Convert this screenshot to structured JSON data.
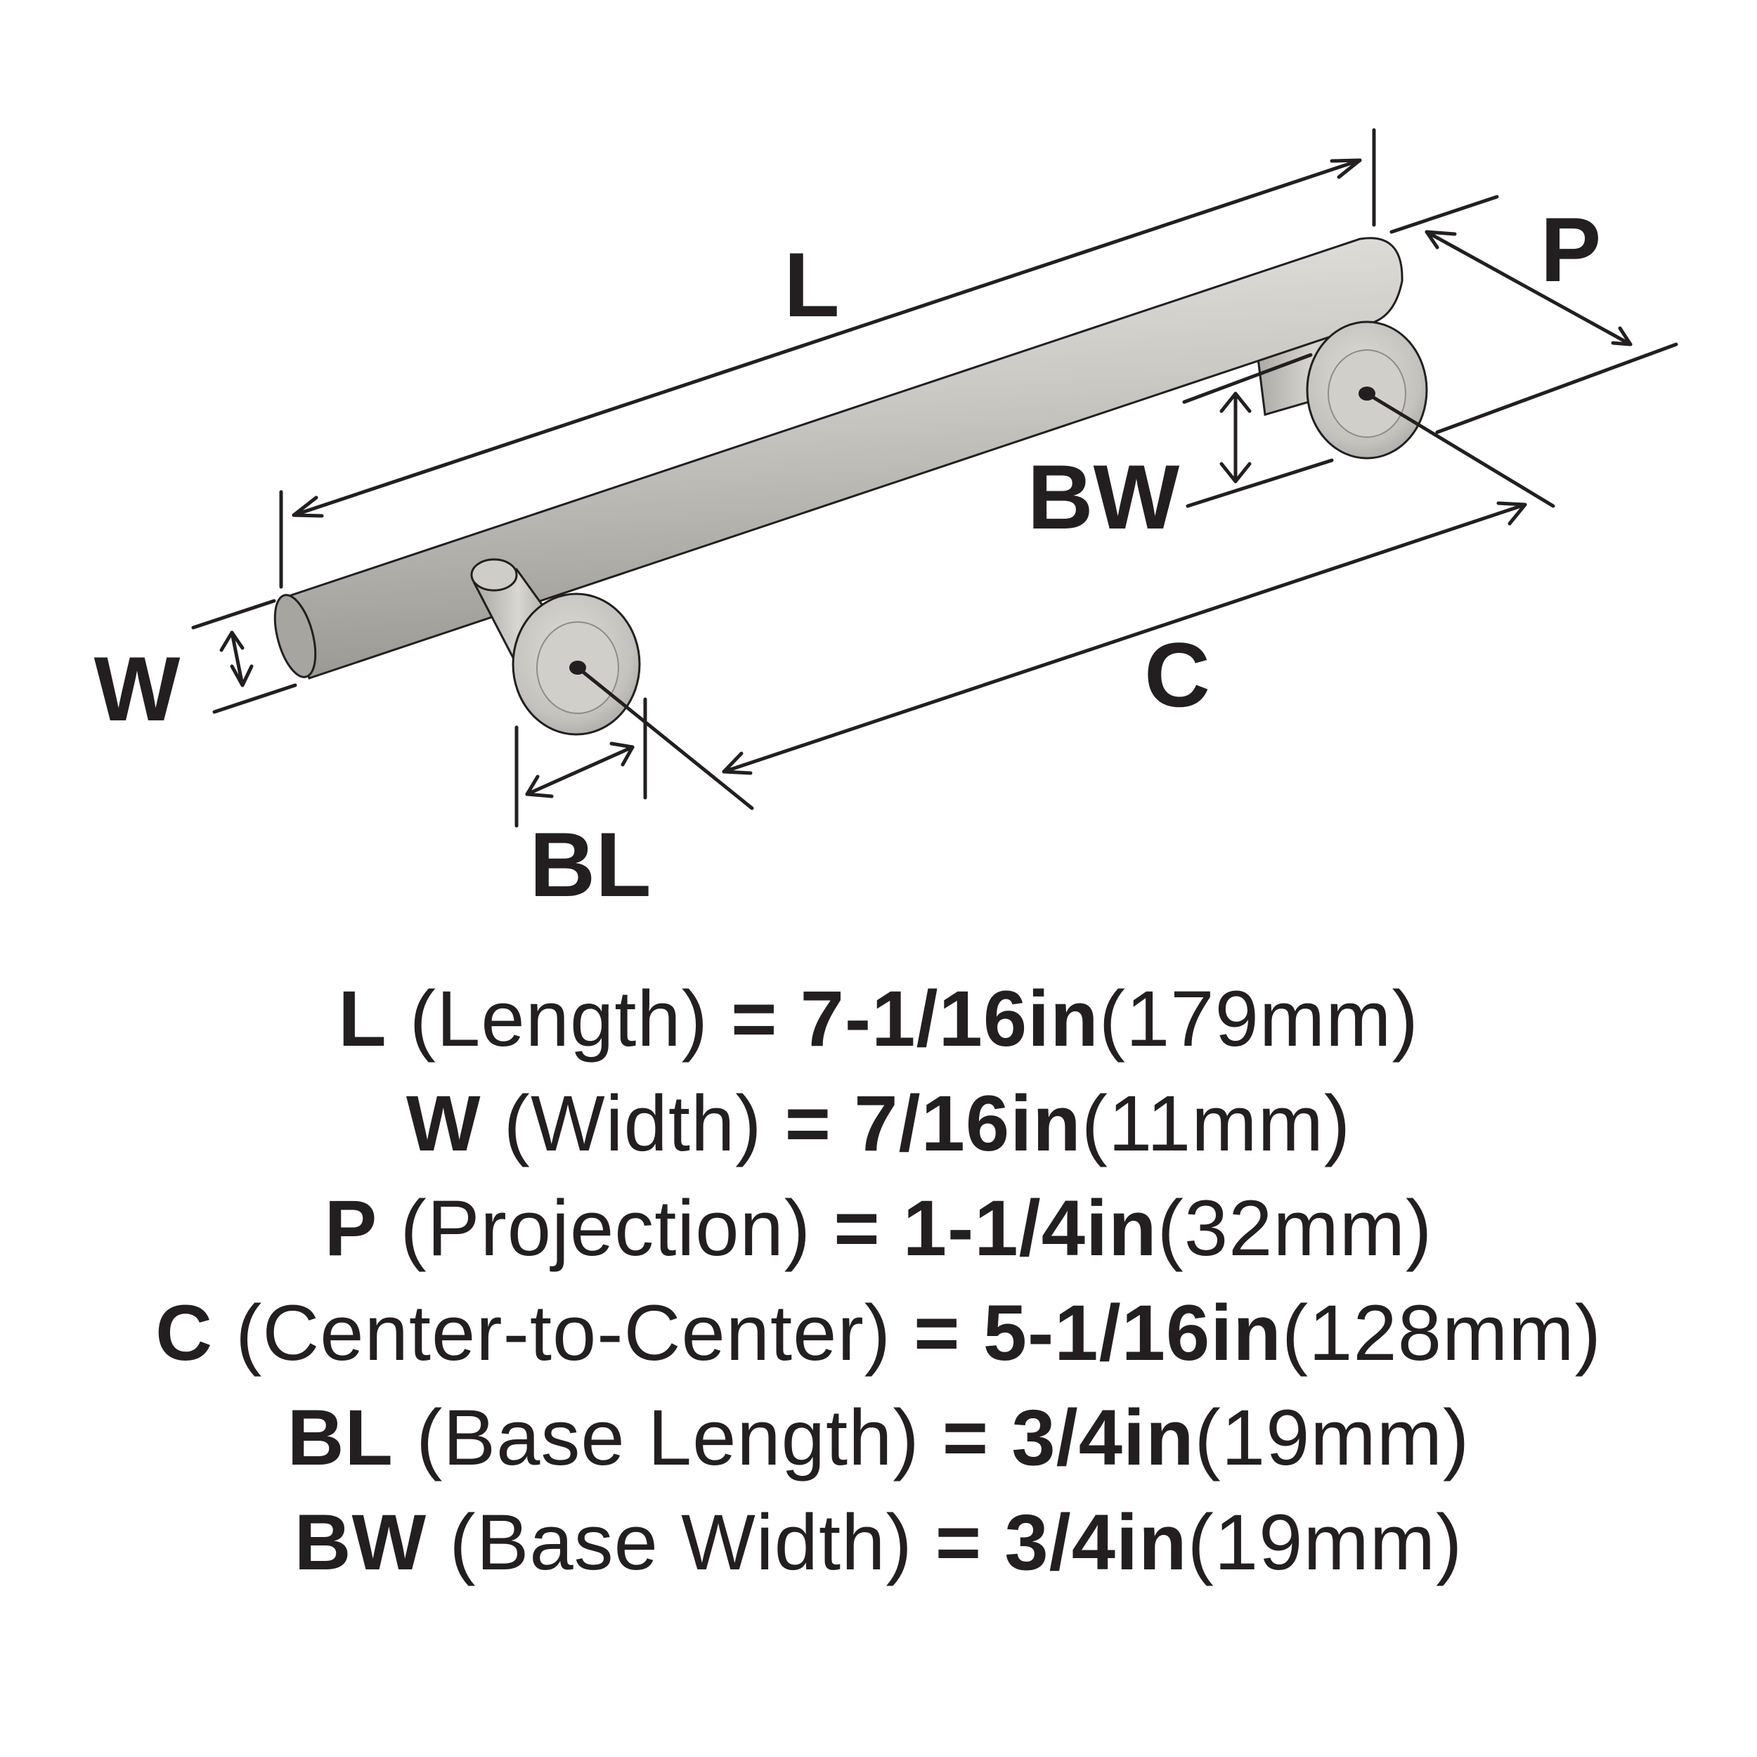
{
  "labels": {
    "L": "L",
    "P": "P",
    "BW": "BW",
    "W": "W",
    "C": "C",
    "BL": "BL"
  },
  "colors": {
    "ink": "#231f20",
    "metal_light": "#d9d8d3",
    "metal_mid": "#b3b1ab",
    "metal_dark": "#8f8d87"
  },
  "specs": [
    {
      "key": "L",
      "name": "(Length)",
      "eq": "=",
      "imperial": "7-1/16in",
      "metric": "(179mm)"
    },
    {
      "key": "W",
      "name": "(Width)",
      "eq": "=",
      "imperial": "7/16in",
      "metric": "(11mm)"
    },
    {
      "key": "P",
      "name": "(Projection)",
      "eq": "=",
      "imperial": "1-1/4in",
      "metric": "(32mm)"
    },
    {
      "key": "C",
      "name": "(Center-to-Center)",
      "eq": "=",
      "imperial": "5-1/16in",
      "metric": "(128mm)"
    },
    {
      "key": "BL",
      "name": "(Base Length)",
      "eq": "=",
      "imperial": "3/4in",
      "metric": "(19mm)"
    },
    {
      "key": "BW",
      "name": "(Base Width)",
      "eq": "=",
      "imperial": "3/4in",
      "metric": "(19mm)"
    }
  ]
}
